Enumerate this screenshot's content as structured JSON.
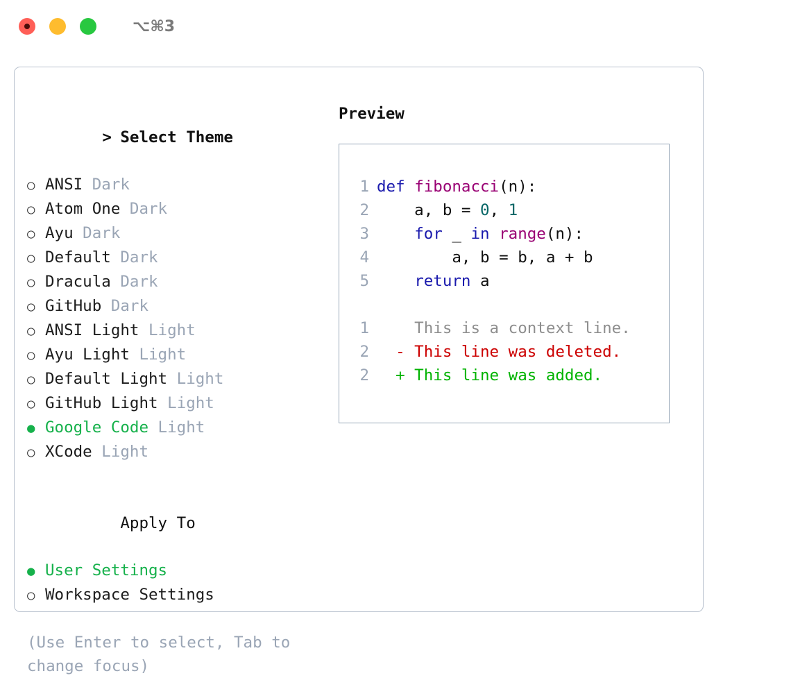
{
  "titlebar": {
    "shortcut": "⌥⌘3",
    "buttons": [
      "close",
      "minimize",
      "zoom"
    ]
  },
  "theme_list": {
    "header": "Select Theme",
    "caret": ">",
    "bullet_off": "○",
    "bullet_on": "●",
    "items": [
      {
        "name": "ANSI",
        "kind": "Dark",
        "selected": false
      },
      {
        "name": "Atom One",
        "kind": "Dark",
        "selected": false
      },
      {
        "name": "Ayu",
        "kind": "Dark",
        "selected": false
      },
      {
        "name": "Default",
        "kind": "Dark",
        "selected": false
      },
      {
        "name": "Dracula",
        "kind": "Dark",
        "selected": false
      },
      {
        "name": "GitHub",
        "kind": "Dark",
        "selected": false
      },
      {
        "name": "ANSI Light",
        "kind": "Light",
        "selected": false
      },
      {
        "name": "Ayu Light",
        "kind": "Light",
        "selected": false
      },
      {
        "name": "Default Light",
        "kind": "Light",
        "selected": false
      },
      {
        "name": "GitHub Light",
        "kind": "Light",
        "selected": false
      },
      {
        "name": "Google Code",
        "kind": "Light",
        "selected": true
      },
      {
        "name": "XCode",
        "kind": "Light",
        "selected": false
      }
    ]
  },
  "apply_to": {
    "header": "Apply To",
    "items": [
      {
        "name": "User Settings",
        "selected": true
      },
      {
        "name": "Workspace Settings",
        "selected": false
      }
    ]
  },
  "hint": "(Use Enter to select, Tab to change focus)",
  "preview": {
    "title": "Preview",
    "code_lines": [
      {
        "num": "1",
        "tokens": [
          {
            "t": "def ",
            "c": "kw"
          },
          {
            "t": "fibonacci",
            "c": "fn"
          },
          {
            "t": "(n):",
            "c": "pl"
          }
        ]
      },
      {
        "num": "2",
        "tokens": [
          {
            "t": "    a, b = ",
            "c": "pl"
          },
          {
            "t": "0",
            "c": "num"
          },
          {
            "t": ", ",
            "c": "pl"
          },
          {
            "t": "1",
            "c": "num"
          }
        ]
      },
      {
        "num": "3",
        "tokens": [
          {
            "t": "    ",
            "c": "pl"
          },
          {
            "t": "for",
            "c": "kw"
          },
          {
            "t": " _ ",
            "c": "pl"
          },
          {
            "t": "in",
            "c": "kw"
          },
          {
            "t": " ",
            "c": "pl"
          },
          {
            "t": "range",
            "c": "fn"
          },
          {
            "t": "(n):",
            "c": "pl"
          }
        ]
      },
      {
        "num": "4",
        "tokens": [
          {
            "t": "        a, b = b, a + b",
            "c": "pl"
          }
        ]
      },
      {
        "num": "5",
        "tokens": [
          {
            "t": "    ",
            "c": "pl"
          },
          {
            "t": "return",
            "c": "kw"
          },
          {
            "t": " a",
            "c": "pl"
          }
        ]
      }
    ],
    "diff_lines": [
      {
        "num": "1",
        "marker": " ",
        "text": " This is a context line.",
        "kind": "ctx"
      },
      {
        "num": "2",
        "marker": "-",
        "text": " This line was deleted.",
        "kind": "del"
      },
      {
        "num": "2",
        "marker": "+",
        "text": " This line was added.",
        "kind": "add"
      }
    ]
  },
  "colors": {
    "accent_green": "#16b14b",
    "muted": "#9aa5b5",
    "keyword": "#1a1aad",
    "function": "#990073",
    "number": "#066666",
    "diff_add": "#00b300",
    "diff_del": "#cc0000",
    "border": "#b9c2ce",
    "panel_border": "#97a7b8"
  }
}
